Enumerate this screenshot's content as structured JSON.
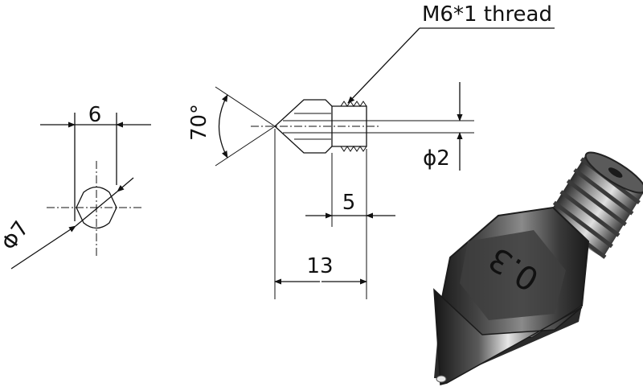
{
  "labels": {
    "thread": "M6*1 thread",
    "width_6": "6",
    "diameter_7": "Φ7",
    "angle_70": "70°",
    "diameter_2": "ϕ2",
    "length_5": "5",
    "length_13": "13",
    "nozzle_marking": "0.3"
  },
  "colors": {
    "line": "#111111",
    "metal_dark": "#2a2a2a",
    "metal_mid": "#6d6d6d",
    "metal_light": "#d8d8d8"
  }
}
